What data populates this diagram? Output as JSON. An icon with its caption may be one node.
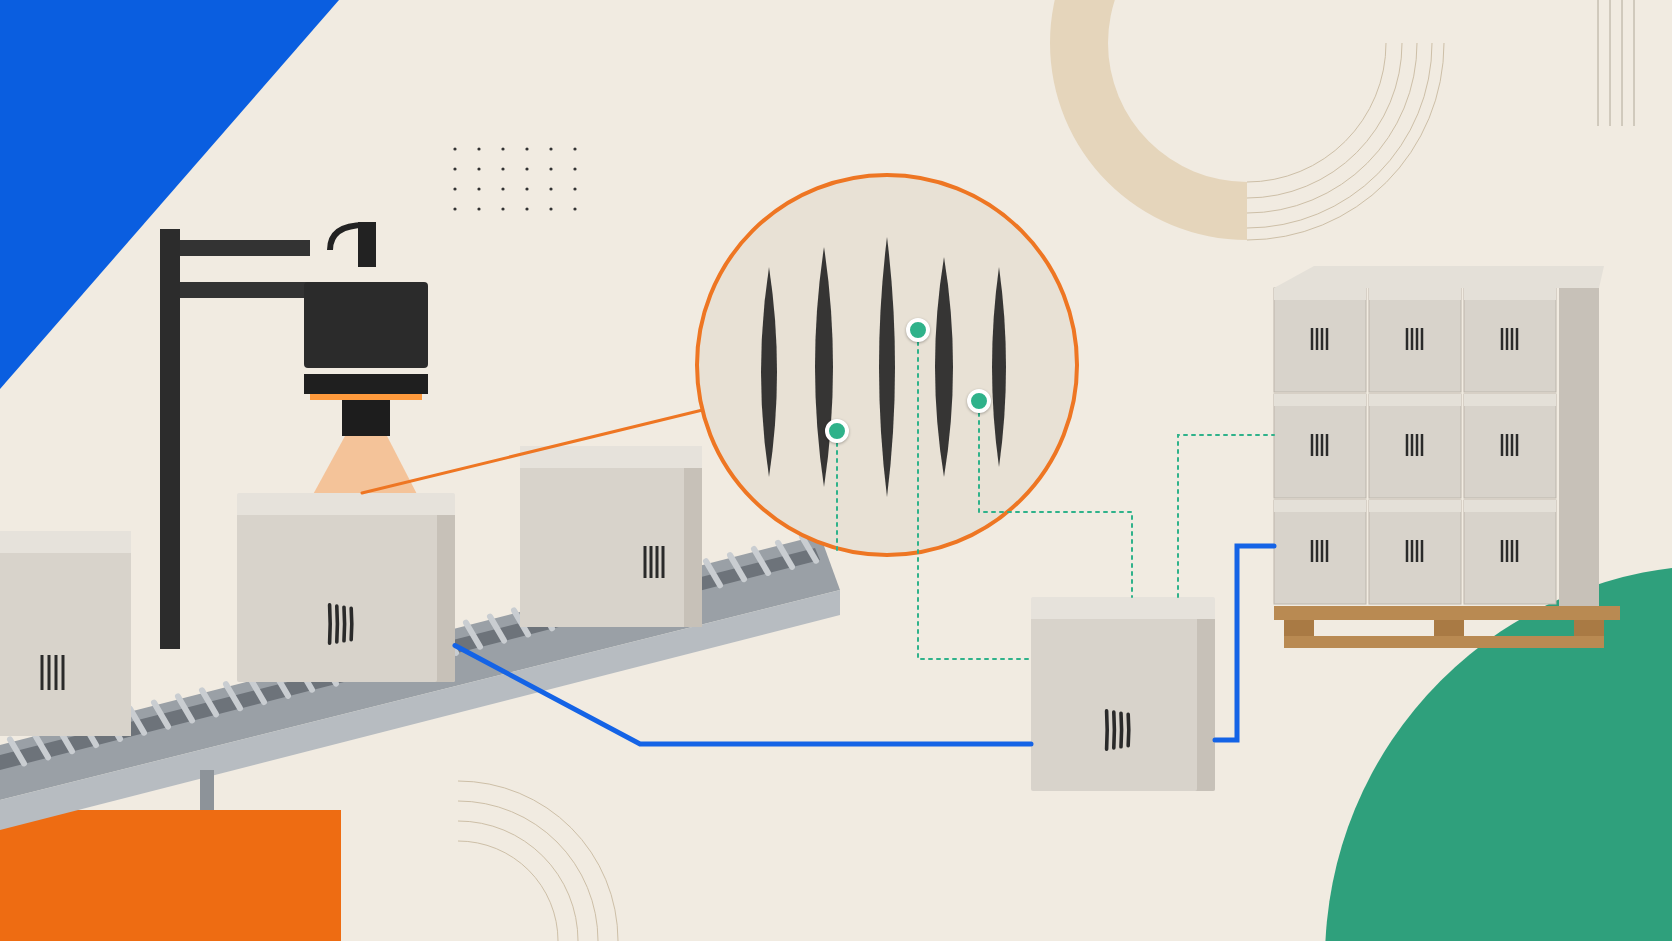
{
  "diagram": {
    "nodes": [
      {
        "text": [],
        "shape": "box"
      },
      {
        "text": [],
        "shape": "circle"
      },
      {
        "text": [],
        "shape": "circle",
        "in": 1
      },
      {
        "text": [],
        "shape": "circle",
        "in": 1
      },
      {
        "text": [],
        "shape": "circle",
        "in": 1
      },
      {
        "text": [],
        "shape": "box"
      },
      {
        "text": [],
        "shape": "picture"
      }
    ],
    "edges": [
      {
        "from": 0,
        "to": 1,
        "arrow": "none",
        "color": "#ee7623"
      },
      {
        "from": 0,
        "to": 5,
        "arrow": "none",
        "style": "thick",
        "color": "#1463e6"
      },
      {
        "from": 5,
        "to": 6,
        "arrow": "none",
        "style": "thick",
        "color": "#1463e6"
      },
      {
        "from": 2,
        "to": 1,
        "arrow": "none",
        "style": "dashed",
        "color": "#2fb28a"
      },
      {
        "from": 3,
        "to": 5,
        "arrow": "none",
        "style": "dashed",
        "color": "#2fb28a"
      },
      {
        "from": 4,
        "to": 5,
        "arrow": "none",
        "style": "dashed",
        "color": "#2fb28a"
      },
      {
        "from": 5,
        "to": 6,
        "arrow": "none",
        "style": "dashed",
        "color": "#2fb28a"
      }
    ]
  }
}
